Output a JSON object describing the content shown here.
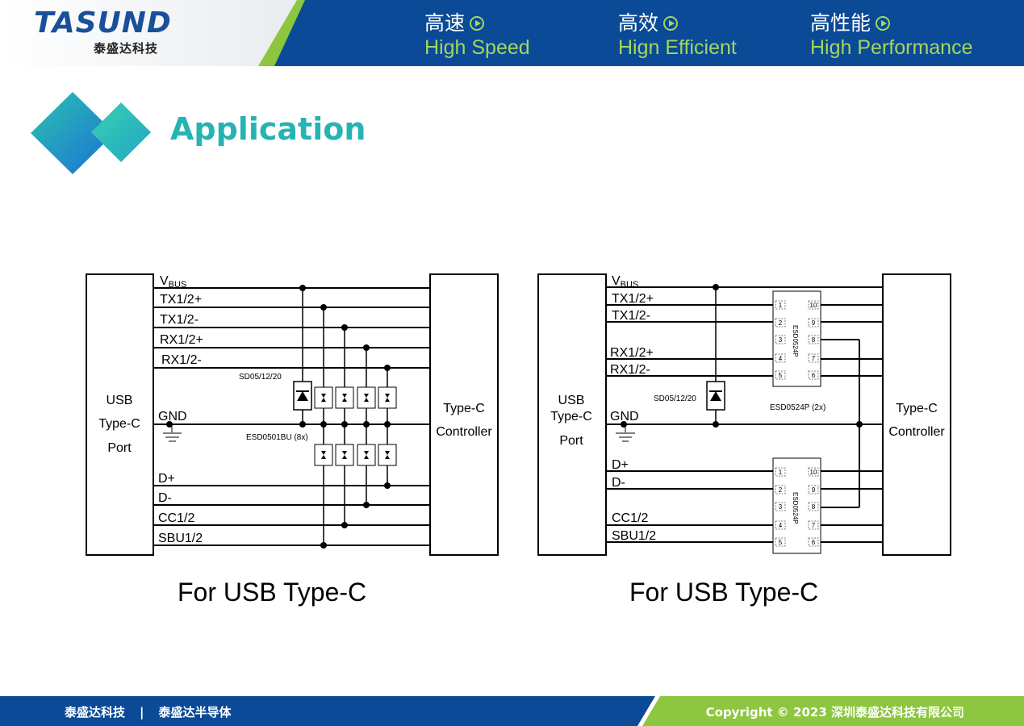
{
  "header": {
    "logo_main": "TASUND",
    "logo_sub": "泰盛达科技",
    "slogans": [
      {
        "zh": "高速",
        "en": "High Speed"
      },
      {
        "zh": "高效",
        "en": "Hign Efficient"
      },
      {
        "zh": "高性能",
        "en": "High Performance"
      }
    ]
  },
  "title": "Application",
  "diagrams": [
    {
      "caption": "For USB Type-C",
      "port": [
        "USB",
        "Type-C",
        "Port"
      ],
      "controller": [
        "Type-C",
        "Controller"
      ],
      "vbus": "V",
      "vbus_sub": "BUS",
      "signals": [
        "TX1/2+",
        "TX1/2-",
        "RX1/2+",
        "RX1/2-",
        "GND",
        "D+",
        "D-",
        "CC1/2",
        "SBU1/2"
      ],
      "tvs_label": "SD05/12/20",
      "esd_label": "ESD0501BU (8x)"
    },
    {
      "caption": "For USB Type-C",
      "port": [
        "USB",
        "Type-C",
        "Port"
      ],
      "controller": [
        "Type-C",
        "Controller"
      ],
      "vbus": "V",
      "vbus_sub": "BUS",
      "signals": [
        "TX1/2+",
        "TX1/2-",
        "RX1/2+",
        "RX1/2-",
        "GND",
        "D+",
        "D-",
        "CC1/2",
        "SBU1/2"
      ],
      "tvs_label": "SD05/12/20",
      "esd_label": "ESD0524P (2x)",
      "chip_name": "ESD0524P",
      "pins_left": [
        "1",
        "2",
        "3",
        "4",
        "5"
      ],
      "pins_right": [
        "10",
        "9",
        "8",
        "7",
        "6"
      ]
    }
  ],
  "footer": {
    "left_a": "泰盛达科技",
    "sep": "|",
    "left_b": "泰盛达半导体",
    "right": "Copyright © 2023 深圳泰盛达科技有限公司"
  },
  "colors": {
    "header_blue": "#0a4a96",
    "accent_green": "#8dc63f",
    "title_teal": "#25b3b4"
  }
}
